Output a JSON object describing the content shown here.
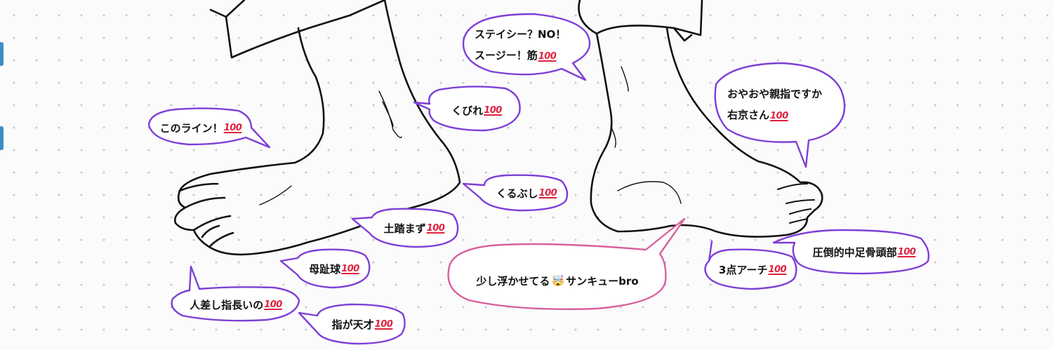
{
  "labels": {
    "stacy": [
      "ステイシー？NO！",
      "スージー！筋"
    ],
    "kubire": "くびれ",
    "kono_line": "このライン！",
    "oyaoya": [
      "おやおや親指ですか",
      "右京さん"
    ],
    "kurubushi": "くるぶし",
    "tsuchifumazu": "土踏まず",
    "boshikyu": "母趾球",
    "hitosashi": "人差し指長いの",
    "yubi_tensai": "指が天才",
    "sukoshi": "少し浮かせてる",
    "sukoshi_tail": "サンキューbro",
    "santen": "3点アーチ",
    "attou": "圧倒的中足骨頭部"
  },
  "emoji": {
    "hundred": "100",
    "mind_blown": "🤯"
  },
  "icons": {
    "hundred": "hundred-points-emoji",
    "face": "exploding-head-emoji"
  },
  "colors": {
    "bubble_purple": "#7e3fd6",
    "bubble_pink": "#d7609d",
    "line": "#111111",
    "dots": "#c9c9cc",
    "hundred_red": "#e0213e",
    "edge_blue": "#3c8fc8"
  }
}
